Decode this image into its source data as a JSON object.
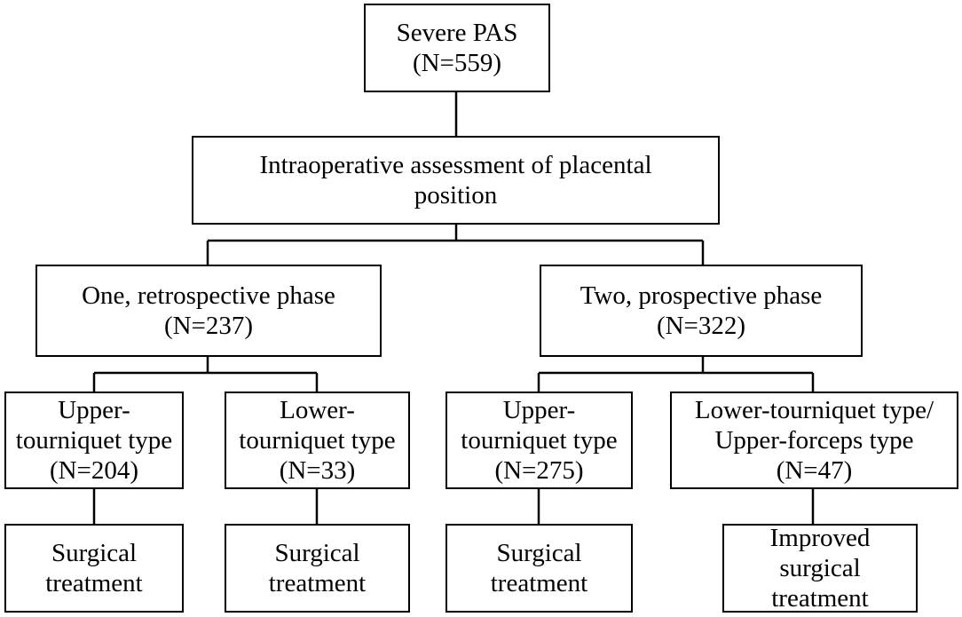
{
  "flowchart": {
    "root": {
      "line1": "Severe PAS",
      "line2": "(N=559)"
    },
    "assessment": {
      "line1": "Intraoperative assessment of placental",
      "line2": "position"
    },
    "phase_one": {
      "line1": "One, retrospective phase",
      "line2": "(N=237)"
    },
    "phase_two": {
      "line1": "Two, prospective phase",
      "line2": "(N=322)"
    },
    "p1_upper": {
      "line1": "Upper-",
      "line2": "tourniquet type",
      "line3": "(N=204)"
    },
    "p1_lower": {
      "line1": "Lower-",
      "line2": "tourniquet type",
      "line3": "(N=33)"
    },
    "p2_upper": {
      "line1": "Upper-",
      "line2": "tourniquet type",
      "line3": "(N=275)"
    },
    "p2_lower": {
      "line1": "Lower-tourniquet type/",
      "line2": "Upper-forceps type",
      "line3": "(N=47)"
    },
    "treat_1": {
      "line1": "Surgical",
      "line2": "treatment"
    },
    "treat_2": {
      "line1": "Surgical",
      "line2": "treatment"
    },
    "treat_3": {
      "line1": "Surgical",
      "line2": "treatment"
    },
    "treat_4": {
      "line1": "Improved",
      "line2": "surgical",
      "line3": "treatment"
    }
  },
  "style": {
    "line_color": "#000000",
    "box_border_color": "#000000",
    "background": "#ffffff"
  }
}
